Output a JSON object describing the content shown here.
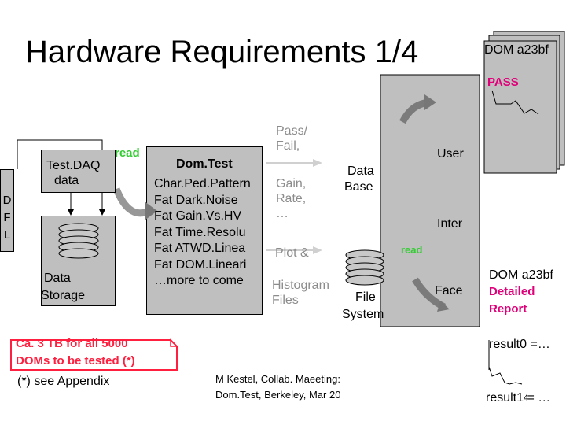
{
  "title": "Hardware Requirements 1/4",
  "dom_card": {
    "label": "DOM a23bf",
    "status": "PASS"
  },
  "dfl": [
    "D",
    "F",
    "L"
  ],
  "testdaq": {
    "line1": "Test.DAQ",
    "line2": "data"
  },
  "read_label": "read",
  "storage": {
    "line1": "Data",
    "line2": "Storage"
  },
  "domtest": {
    "title": "Dom.Test",
    "rows": [
      "Char.Ped.Pattern",
      "Fat  Dark.Noise",
      "Fat  Gain.Vs.HV",
      "Fat Time.Resolu",
      "Fat ATWD.Linea",
      "Fat DOM.Lineari",
      "…more to come"
    ]
  },
  "flow": {
    "pass_fail": [
      "Pass/",
      "Fail,"
    ],
    "gain_rate": [
      "Gain,",
      "Rate,",
      "…"
    ],
    "plot": "Plot &",
    "histogram": [
      "Histogram",
      "Files"
    ]
  },
  "database": {
    "line1": "Data",
    "line2": "Base"
  },
  "filesystem": {
    "line1": "File",
    "line2": "System"
  },
  "user_interface": {
    "user": "User",
    "inter": "Inter",
    "face": "Face"
  },
  "read_label_2": "read",
  "report": {
    "line1": "DOM a23bf",
    "line2": "Detailed",
    "line3": "Report",
    "result0": "result0 =…",
    "result1": "result1 = …",
    "page_num": "4"
  },
  "callout": {
    "line1": "Ca. 3 TB for all 5000",
    "line2": "DOMs to be tested (*)"
  },
  "appendix_note": "(*) see Appendix",
  "footer": {
    "line1": "M Kestel, Collab. Maeeting:",
    "line2": "Dom.Test, Berkeley, Mar 20"
  },
  "colors": {
    "gray": "#bfbfbf",
    "green": "#33cc33",
    "pass": "#e0007a",
    "warning": "#ff1f3f",
    "arrow_gray": "#d0d0d0"
  }
}
